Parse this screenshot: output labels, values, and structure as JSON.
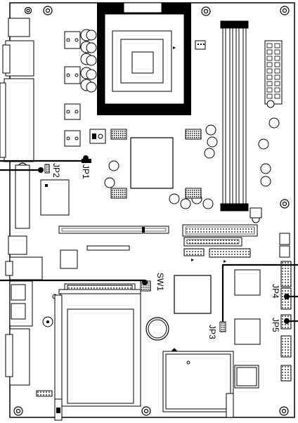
{
  "jumpers": [
    {
      "id": "jp1",
      "label": "JP1"
    },
    {
      "id": "jp2",
      "label": "JP2"
    },
    {
      "id": "jp3",
      "label": "JP3"
    },
    {
      "id": "jp4",
      "label": "JP4"
    },
    {
      "id": "jp5",
      "label": "JP5"
    }
  ],
  "switches": [
    {
      "id": "sw1",
      "label": "SW1"
    }
  ]
}
